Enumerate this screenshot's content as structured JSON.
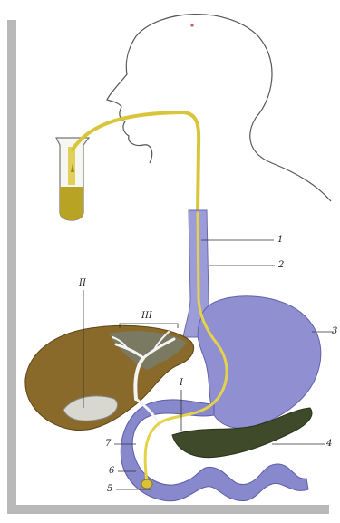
{
  "labels": {
    "tube_inner": "1",
    "tube_outer": "2",
    "stomach": "3",
    "pancreas": "4",
    "probe_tip": "5",
    "duodenum_wall": "6",
    "common_bile_duct": "7",
    "gallbladder": "II",
    "bile_ducts": "III",
    "papilla": "I"
  },
  "colors": {
    "frame": "#b9b9b9",
    "tube": "#d9c53a",
    "bile": "#c8b02a",
    "stomach": "#8f8fd2",
    "liver": "#8a6a2a",
    "pancreas": "#3f4a2a",
    "outline": "#555555"
  }
}
